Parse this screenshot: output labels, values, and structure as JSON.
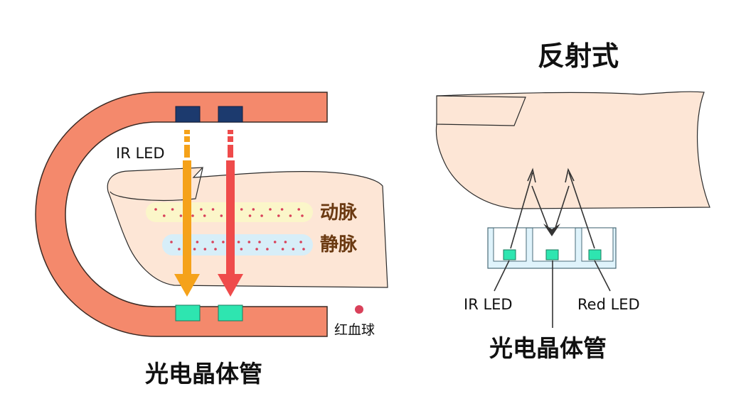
{
  "left_diagram": {
    "led_label": "IR LED",
    "artery_label": "动脉",
    "vein_label": "静脉",
    "rbc_label": "红血球",
    "detector_label": "光电晶体管"
  },
  "right_diagram": {
    "title": "反射式",
    "ir_led_label": "IR LED",
    "red_led_label": "Red LED",
    "detector_label": "光电晶体管"
  },
  "colors": {
    "clip": "#f4896c",
    "clip_stroke": "#3b2a24",
    "finger": "#fde6d6",
    "led_emitter": "#1c3a6e",
    "detector": "#2ee5b0",
    "ir_beam": "#f5a21a",
    "red_beam": "#ef4b4b",
    "artery_band": "#fbf6c9",
    "vein_band": "#d7eef8",
    "rbc_dot": "#d9415a",
    "sensor_box": "#dff3fb"
  }
}
